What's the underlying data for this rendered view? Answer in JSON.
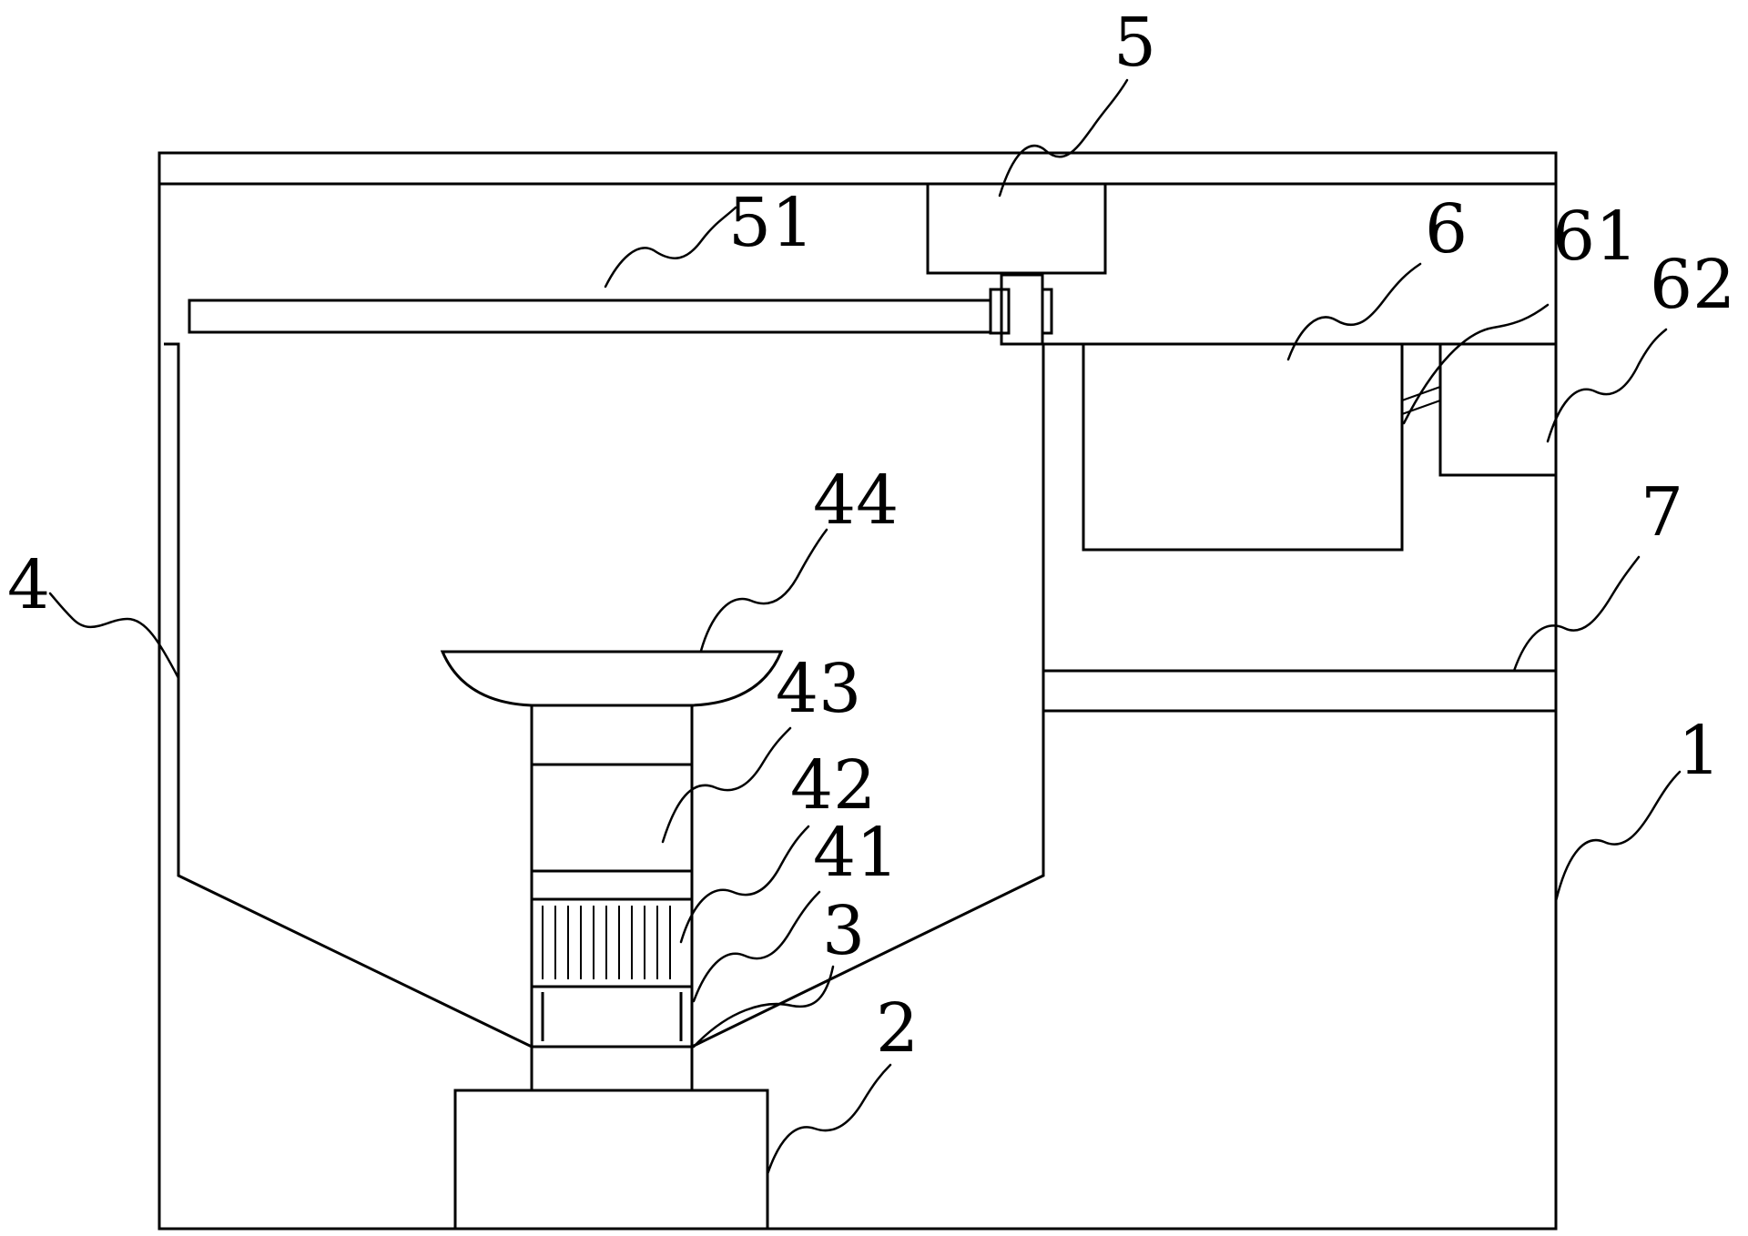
{
  "labels": {
    "l5": "5",
    "l51": "51",
    "l6": "6",
    "l61": "61",
    "l62": "62",
    "l44": "44",
    "l4": "4",
    "l7": "7",
    "l43": "43",
    "l1": "1",
    "l42": "42",
    "l41": "41",
    "l3": "3",
    "l2": "2"
  },
  "colors": {
    "line": "#000000",
    "background": "#ffffff"
  }
}
